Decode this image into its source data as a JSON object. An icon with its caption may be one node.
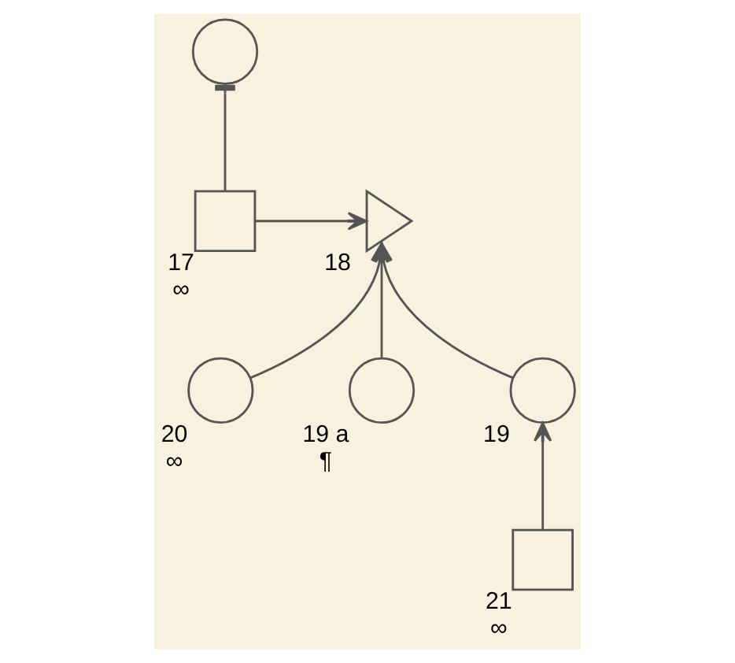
{
  "diagram": {
    "nodes": [
      {
        "text": [],
        "shape": "circle"
      },
      {
        "text": [],
        "shape": "box",
        "beside": [
          "17",
          "∞"
        ]
      },
      {
        "text": [],
        "shape": "chevron",
        "beside": [
          "18"
        ]
      },
      {
        "text": [],
        "shape": "circle",
        "beside": [
          "20",
          "∞"
        ]
      },
      {
        "text": [],
        "shape": "circle",
        "beside": [
          "19 a",
          "¶"
        ]
      },
      {
        "text": [],
        "shape": "circle",
        "beside": [
          "19"
        ]
      },
      {
        "text": [],
        "shape": "box",
        "beside": [
          "21",
          "∞"
        ]
      }
    ],
    "edges": [
      {
        "from": 0,
        "to": 1,
        "arrow": "other"
      },
      {
        "from": 1,
        "to": 2,
        "arrow": "to"
      },
      {
        "from": 3,
        "to": 2,
        "arrow": "to"
      },
      {
        "from": 4,
        "to": 2,
        "arrow": "to"
      },
      {
        "from": 5,
        "to": 2,
        "arrow": "to"
      },
      {
        "from": 6,
        "to": 5,
        "arrow": "to"
      }
    ]
  }
}
